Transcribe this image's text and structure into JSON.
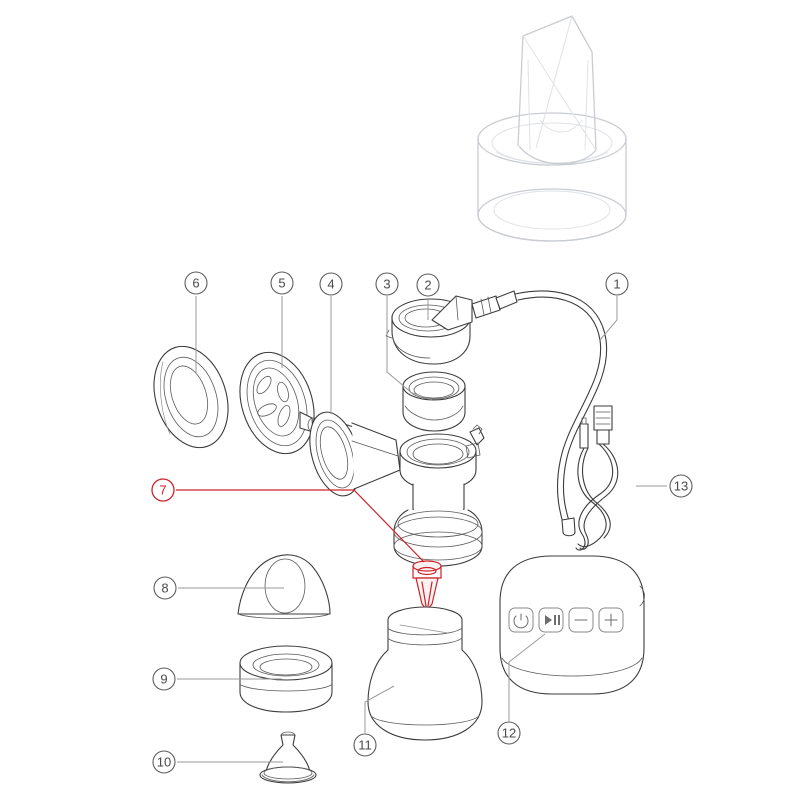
{
  "document": {
    "title": "Breast Pump Exploded Parts Diagram",
    "background_color": "#ffffff",
    "line_color": "#3c3c3c",
    "leader_color": "#9a9a9a",
    "highlight_color": "#cc2229"
  },
  "callouts": [
    {
      "id": "1",
      "label": "1",
      "part": "silicone-tube",
      "highlighted": false
    },
    {
      "id": "2",
      "label": "2",
      "part": "pump-lid-connector",
      "highlighted": false
    },
    {
      "id": "3",
      "label": "3",
      "part": "sealing-diaphragm-ring",
      "highlighted": false
    },
    {
      "id": "4",
      "label": "4",
      "part": "breast-shield-funnel",
      "highlighted": false
    },
    {
      "id": "5",
      "label": "5",
      "part": "massage-cushion",
      "highlighted": false
    },
    {
      "id": "6",
      "label": "6",
      "part": "silicone-seal-ring",
      "highlighted": false
    },
    {
      "id": "7",
      "label": "7",
      "part": "duckbill-valve",
      "highlighted": true
    },
    {
      "id": "8",
      "label": "8",
      "part": "soft-shield-insert",
      "highlighted": false
    },
    {
      "id": "9",
      "label": "9",
      "part": "bottle-collar-ring",
      "highlighted": false
    },
    {
      "id": "10",
      "label": "10",
      "part": "feeding-nipple",
      "highlighted": false
    },
    {
      "id": "11",
      "label": "11",
      "part": "milk-bottle",
      "highlighted": false
    },
    {
      "id": "12",
      "label": "12",
      "part": "motor-unit",
      "highlighted": false
    },
    {
      "id": "13",
      "label": "13",
      "part": "usb-charging-cable",
      "highlighted": false
    }
  ],
  "motor_unit": {
    "buttons": [
      {
        "name": "power-button",
        "glyph": "power"
      },
      {
        "name": "play-pause-button",
        "glyph": "play-pause"
      },
      {
        "name": "minus-button",
        "glyph": "minus"
      },
      {
        "name": "plus-button",
        "glyph": "plus"
      }
    ]
  },
  "photo": {
    "name": "duckbill-valve-photo",
    "description": "transparent silicone duckbill valve"
  }
}
